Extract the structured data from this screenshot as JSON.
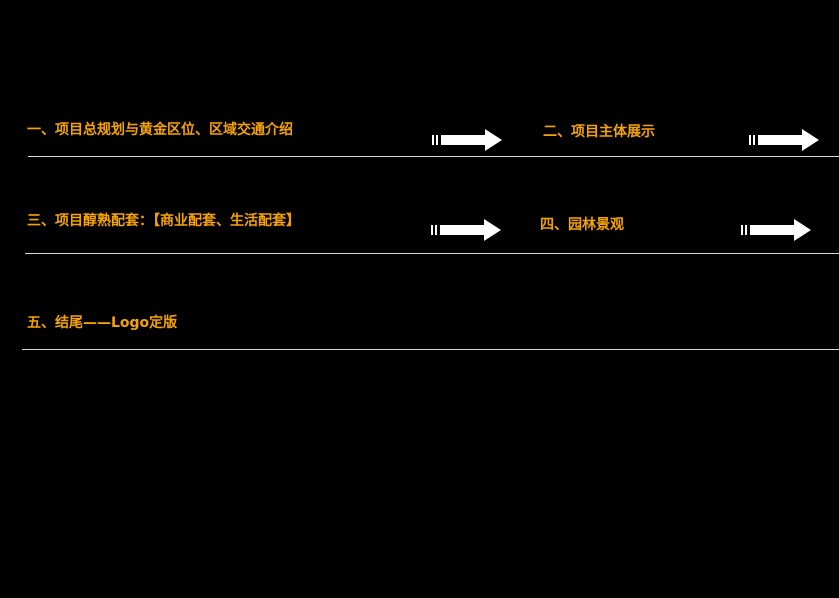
{
  "menu": {
    "items": [
      {
        "label": "一、项目总规划与黄金区位、区域交通介绍",
        "arrow_icon": "right-arrow-icon"
      },
      {
        "label": "二、项目主体展示",
        "arrow_icon": "right-arrow-icon"
      },
      {
        "label": "三、项目醇熟配套：【商业配套、生活配套】",
        "arrow_icon": "right-arrow-icon"
      },
      {
        "label": "四、园林景观",
        "arrow_icon": "right-arrow-icon"
      },
      {
        "label": "五、结尾——Logo定版"
      }
    ]
  },
  "colors": {
    "text": "#f5a300",
    "background": "#000000",
    "rule": "#d8d8d8",
    "arrow": "#ffffff"
  }
}
